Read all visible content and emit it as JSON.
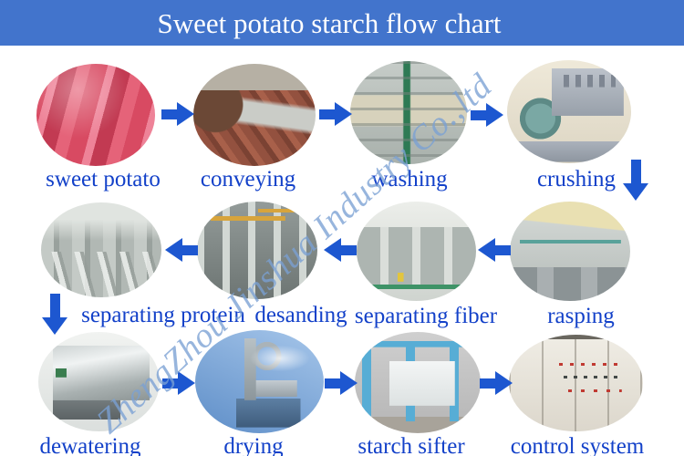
{
  "banner": {
    "title": "Sweet potato starch flow chart",
    "background_color": "#4274CC",
    "text_color": "#FFFFFF"
  },
  "watermark": {
    "text": "ZhengZhou Jinshua Industry Co.,ltd",
    "color": "#7AA0D4"
  },
  "style_colors": {
    "label_text": "#1341C9",
    "arrow": "#1D57D0"
  },
  "diagram": {
    "type": "process-flow",
    "flow_sequence": [
      "sweet potato",
      "conveying",
      "washing",
      "crushing",
      "rasping",
      "separating fiber",
      "desanding",
      "separating protein",
      "dewatering",
      "drying",
      "starch sifter",
      "control system"
    ],
    "rows": [
      {
        "arrow_direction": "right",
        "steps": [
          {
            "label": "sweet potato"
          },
          {
            "label": "conveying"
          },
          {
            "label": "washing"
          },
          {
            "label": "crushing"
          }
        ]
      },
      {
        "arrow_direction": "left",
        "steps": [
          {
            "label": "separating protein"
          },
          {
            "label": "desanding"
          },
          {
            "label": "separating fiber"
          },
          {
            "label": "rasping"
          }
        ]
      },
      {
        "arrow_direction": "right",
        "steps": [
          {
            "label": "dewatering"
          },
          {
            "label": "drying"
          },
          {
            "label": "starch sifter"
          },
          {
            "label": "control system"
          }
        ]
      }
    ]
  }
}
